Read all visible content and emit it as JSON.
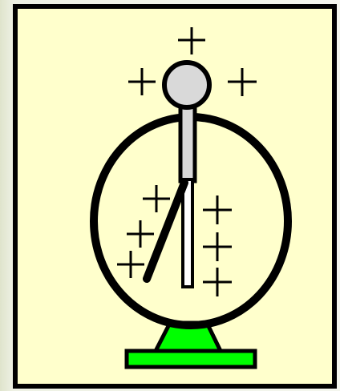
{
  "diagram": {
    "subject": "electroscope",
    "charge_symbol": "+",
    "charges": {
      "around_knob": 3,
      "near_left_leaf": 3,
      "near_right_leaf": 3
    },
    "colors": {
      "panel_fill": "#ffffcc",
      "panel_border": "#000000",
      "knob_fill": "#d9d9d9",
      "rod_fill": "#d9d9d9",
      "leaf_fill": "#ffffff",
      "base_fill": "#00ff00",
      "outline": "#000000"
    },
    "state": "leaves diverged"
  }
}
